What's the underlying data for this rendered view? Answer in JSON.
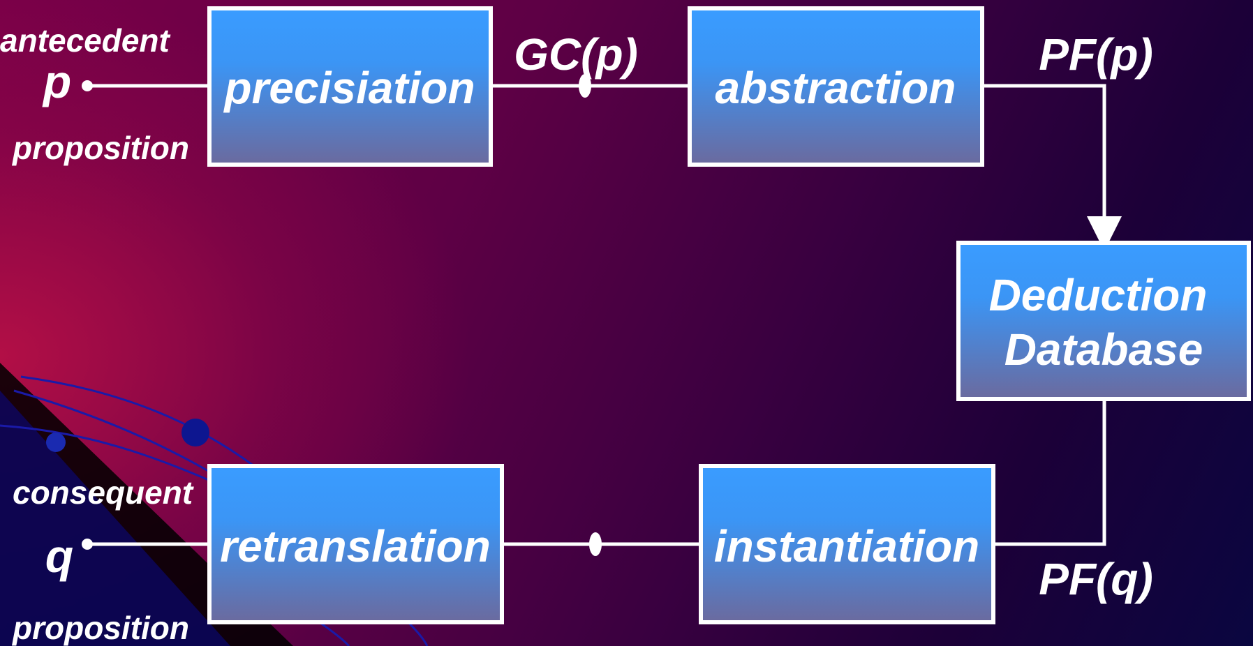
{
  "colors": {
    "box_top": "#3a9cff",
    "box_bottom": "#6a6aa0",
    "connector": "#ffffff",
    "text": "#ffffff"
  },
  "input": {
    "descriptor_top": "antecedent",
    "variable": "p",
    "descriptor_bottom": "proposition"
  },
  "output": {
    "descriptor_top": "consequent",
    "variable": "q",
    "descriptor_bottom": "proposition"
  },
  "boxes": {
    "precisiation": "precisiation",
    "abstraction": "abstraction",
    "deduction_line1": "Deduction",
    "deduction_line2": "Database",
    "instantiation": "instantiation",
    "retranslation": "retranslation"
  },
  "edge_labels": {
    "gc_p": "GC(p)",
    "pf_p": "PF(p)",
    "pf_q": "PF(q)"
  }
}
